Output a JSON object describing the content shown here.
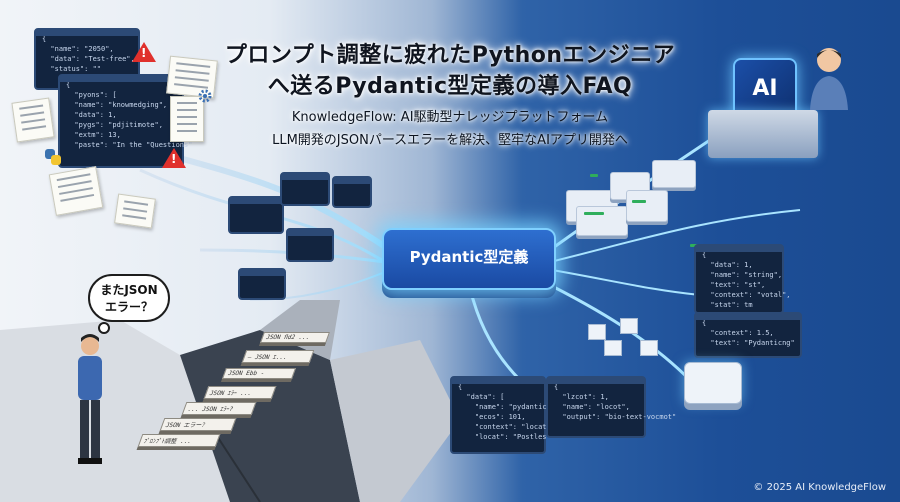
{
  "title_line1": "プロンプト調整に疲れたPythonエンジニア",
  "title_line2": "へ送るPydantic型定義の導入FAQ",
  "subtitle_line1": "KnowledgeFlow: AI駆動型ナレッジプラットフォーム",
  "subtitle_line2": "LLM開発のJSONパースエラーを解決、堅牢なAIアプリ開発へ",
  "pydantic_label": "Pydantic型定義",
  "ai_label": "AI",
  "speech_bubble_line1": "またJSON",
  "speech_bubble_line2": "エラー？",
  "copyright": "© 2025 AI KnowledgeFlow",
  "code_left_top": "{\n  \"name\": \"2050\",\n  \"data\": \"Test-free\",\n  \"status\": \"\"",
  "code_left_mid": "{\n  \"pyons\": [\n  \"name\": \"knowmedging\",\n  \"data\": 1,\n  \"pygs\": \"pdjitimote\",\n  \"extm\": 13,\n  \"paste\": \"In the \"Questions\"",
  "code_right_1": "{\n  \"data\": 1,\n  \"name\": \"string\",\n  \"text\": \"st\",\n  \"context\": \"votal\",\n  \"stat\": tm",
  "code_right_2": "{\n  \"context\": 1.5,\n  \"text\": \"Pydanticng\"",
  "code_bottom_1": "{\n  \"data\": [\n    \"name\": \"pydantic\",\n    \"ecos\": 101,\n    \"context\": \"locat\",\n    \"locat\": \"Postles\"",
  "code_bottom_2": "{\n  \"lzcot\": 1,\n  \"name\": \"locot\",\n  \"output\": \"bio-text-vocmot\"",
  "stair_labels": [
    "JSON ﬂd2 ...",
    "— JSON ｴ...",
    "JSON Ebb -",
    "JSON ｴﾗｰ ...",
    "... JSON ｴﾗｰ?",
    "JSON エラー？",
    "ﾌﾟﾛﾝﾌﾟﾄ調整 ..."
  ],
  "colors": {
    "accent_blue": "#1d4f98",
    "glow": "#7fd0ff",
    "warn_red": "#e0302c",
    "ok_green": "#2fae5c"
  }
}
